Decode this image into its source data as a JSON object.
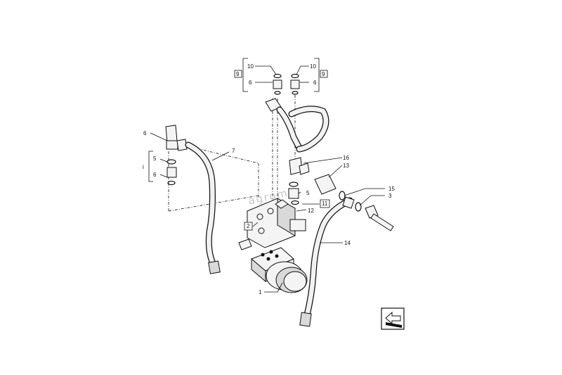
{
  "diagram": {
    "watermark": "agromi",
    "callouts": {
      "c1": "1",
      "c2": "2",
      "c3": "3",
      "c5_left": "5",
      "c5_mid": "5",
      "c6_left_top": "6",
      "c6_left_bottom": "6",
      "c6_top_left": "6",
      "c6_top_right": "6",
      "c7": "7",
      "c9_left": "9",
      "c9_right": "9",
      "c10_left": "10",
      "c10_right": "10",
      "c11": "11",
      "c12": "12",
      "c13": "13",
      "c14": "14",
      "c15": "15",
      "c16": "16",
      "ci_left": "i"
    },
    "nav_icon": "arrow-return-icon"
  }
}
